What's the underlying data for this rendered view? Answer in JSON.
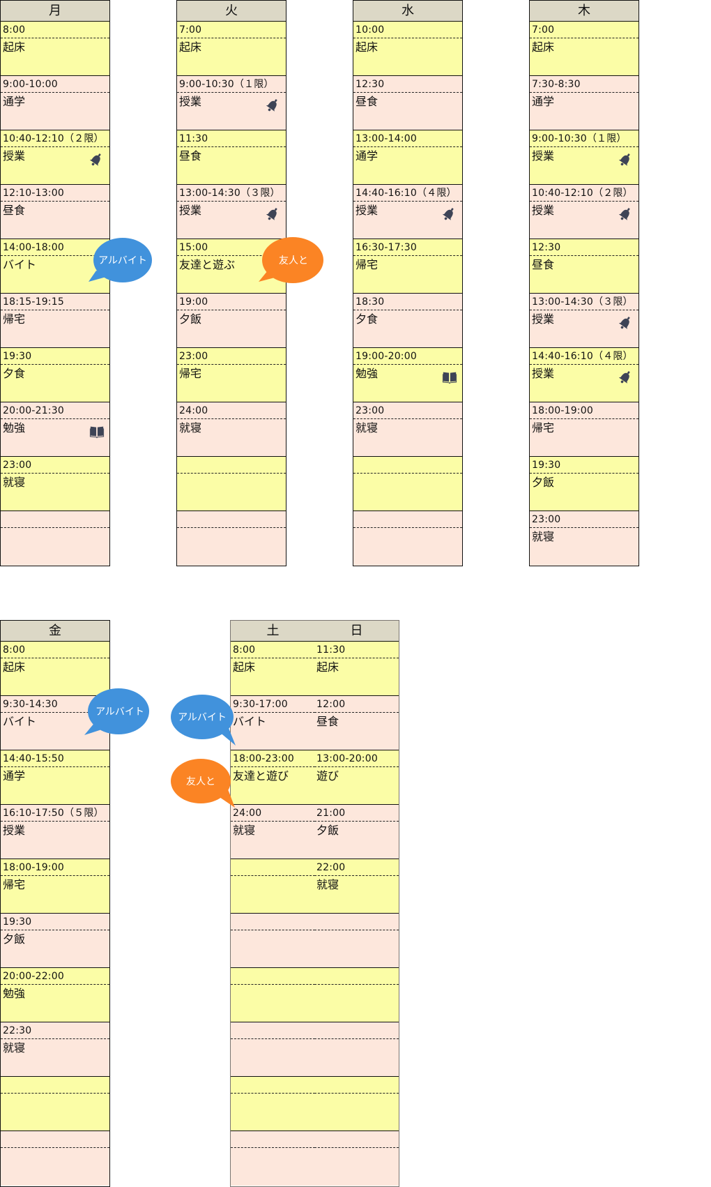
{
  "colors": {
    "row_yellow": "#fbfda6",
    "row_pink": "#fde7dc",
    "header": "#dcd8c6",
    "bubble_blue": "#4192dc",
    "bubble_orange": "#fb8424",
    "icon": "#3e4456"
  },
  "days": {
    "mon": {
      "label": "月",
      "rows": [
        {
          "time": "8:00",
          "activity": "起床",
          "icon": ""
        },
        {
          "time": "9:00-10:00",
          "activity": "通学",
          "icon": ""
        },
        {
          "time": "10:40-12:10（２限）",
          "activity": "授業",
          "icon": "bell-icon"
        },
        {
          "time": "12:10-13:00",
          "activity": "昼食",
          "icon": ""
        },
        {
          "time": "14:00-18:00",
          "activity": "バイト",
          "icon": ""
        },
        {
          "time": "18:15-19:15",
          "activity": "帰宅",
          "icon": ""
        },
        {
          "time": "19:30",
          "activity": "夕食",
          "icon": ""
        },
        {
          "time": "20:00-21:30",
          "activity": "勉強",
          "icon": "book-icon"
        },
        {
          "time": "23:00",
          "activity": "就寝",
          "icon": ""
        },
        {
          "time": "",
          "activity": "",
          "icon": ""
        }
      ]
    },
    "tue": {
      "label": "火",
      "rows": [
        {
          "time": "7:00",
          "activity": "起床",
          "icon": ""
        },
        {
          "time": "9:00-10:30（１限）",
          "activity": "授業",
          "icon": "bell-icon"
        },
        {
          "time": "11:30",
          "activity": "昼食",
          "icon": ""
        },
        {
          "time": "13:00-14:30（３限）",
          "activity": "授業",
          "icon": "bell-icon"
        },
        {
          "time": "15:00",
          "activity": "友達と遊ぶ",
          "icon": ""
        },
        {
          "time": "19:00",
          "activity": "夕飯",
          "icon": ""
        },
        {
          "time": "23:00",
          "activity": "帰宅",
          "icon": ""
        },
        {
          "time": "24:00",
          "activity": "就寝",
          "icon": ""
        },
        {
          "time": "",
          "activity": "",
          "icon": ""
        },
        {
          "time": "",
          "activity": "",
          "icon": ""
        }
      ]
    },
    "wed": {
      "label": "水",
      "rows": [
        {
          "time": "10:00",
          "activity": "起床",
          "icon": ""
        },
        {
          "time": "12:30",
          "activity": "昼食",
          "icon": ""
        },
        {
          "time": "13:00-14:00",
          "activity": "通学",
          "icon": ""
        },
        {
          "time": "14:40-16:10（４限）",
          "activity": "授業",
          "icon": "bell-icon"
        },
        {
          "time": "16:30-17:30",
          "activity": "帰宅",
          "icon": ""
        },
        {
          "time": "18:30",
          "activity": "夕食",
          "icon": ""
        },
        {
          "time": "19:00-20:00",
          "activity": "勉強",
          "icon": "book-icon"
        },
        {
          "time": "23:00",
          "activity": "就寝",
          "icon": ""
        },
        {
          "time": "",
          "activity": "",
          "icon": ""
        },
        {
          "time": "",
          "activity": "",
          "icon": ""
        }
      ]
    },
    "thu": {
      "label": "木",
      "rows": [
        {
          "time": "7:00",
          "activity": "起床",
          "icon": ""
        },
        {
          "time": "7:30-8:30",
          "activity": "通学",
          "icon": ""
        },
        {
          "time": "9:00-10:30（１限）",
          "activity": "授業",
          "icon": "bell-icon"
        },
        {
          "time": "10:40-12:10（２限）",
          "activity": "授業",
          "icon": "bell-icon"
        },
        {
          "time": "12:30",
          "activity": "昼食",
          "icon": ""
        },
        {
          "time": "13:00-14:30（３限）",
          "activity": "授業",
          "icon": "bell-icon"
        },
        {
          "time": "14:40-16:10（４限）",
          "activity": "授業",
          "icon": "bell-icon"
        },
        {
          "time": "18:00-19:00",
          "activity": "帰宅",
          "icon": ""
        },
        {
          "time": "19:30",
          "activity": "夕飯",
          "icon": ""
        },
        {
          "time": "23:00",
          "activity": "就寝",
          "icon": ""
        }
      ]
    },
    "fri": {
      "label": "金",
      "rows": [
        {
          "time": "8:00",
          "activity": "起床",
          "icon": ""
        },
        {
          "time": "9:30-14:30",
          "activity": "バイト",
          "icon": ""
        },
        {
          "time": "14:40-15:50",
          "activity": "通学",
          "icon": ""
        },
        {
          "time": "16:10-17:50（５限）",
          "activity": "授業",
          "icon": ""
        },
        {
          "time": "18:00-19:00",
          "activity": "帰宅",
          "icon": ""
        },
        {
          "time": "19:30",
          "activity": "夕飯",
          "icon": ""
        },
        {
          "time": "20:00-22:00",
          "activity": "勉強",
          "icon": ""
        },
        {
          "time": "22:30",
          "activity": "就寝",
          "icon": ""
        },
        {
          "time": "",
          "activity": "",
          "icon": ""
        },
        {
          "time": "",
          "activity": "",
          "icon": ""
        }
      ]
    },
    "sat": {
      "label": "土",
      "rows": [
        {
          "time": "8:00",
          "activity": "起床",
          "icon": ""
        },
        {
          "time": "9:30-17:00",
          "activity": "バイト",
          "icon": ""
        },
        {
          "time": "18:00-23:00",
          "activity": "友達と遊び",
          "icon": ""
        },
        {
          "time": "24:00",
          "activity": "就寝",
          "icon": ""
        },
        {
          "time": "",
          "activity": "",
          "icon": ""
        },
        {
          "time": "",
          "activity": "",
          "icon": ""
        },
        {
          "time": "",
          "activity": "",
          "icon": ""
        },
        {
          "time": "",
          "activity": "",
          "icon": ""
        },
        {
          "time": "",
          "activity": "",
          "icon": ""
        },
        {
          "time": "",
          "activity": "",
          "icon": ""
        }
      ]
    },
    "sun": {
      "label": "日",
      "rows": [
        {
          "time": "11:30",
          "activity": "起床",
          "icon": ""
        },
        {
          "time": "12:00",
          "activity": "昼食",
          "icon": ""
        },
        {
          "time": "13:00-20:00",
          "activity": "遊び",
          "icon": ""
        },
        {
          "time": "21:00",
          "activity": "夕飯",
          "icon": ""
        },
        {
          "time": "22:00",
          "activity": "就寝",
          "icon": ""
        },
        {
          "time": "",
          "activity": "",
          "icon": ""
        },
        {
          "time": "",
          "activity": "",
          "icon": ""
        },
        {
          "time": "",
          "activity": "",
          "icon": ""
        },
        {
          "time": "",
          "activity": "",
          "icon": ""
        },
        {
          "time": "",
          "activity": "",
          "icon": ""
        }
      ]
    }
  },
  "bubbles": {
    "mon_job": {
      "text": "アルバイト",
      "color": "blue"
    },
    "tue_friends": {
      "text": "友人と",
      "color": "orange"
    },
    "fri_job": {
      "text": "アルバイト",
      "color": "blue"
    },
    "sat_job": {
      "text": "アルバイト",
      "color": "blue"
    },
    "sat_friends": {
      "text": "友人と",
      "color": "orange"
    }
  }
}
